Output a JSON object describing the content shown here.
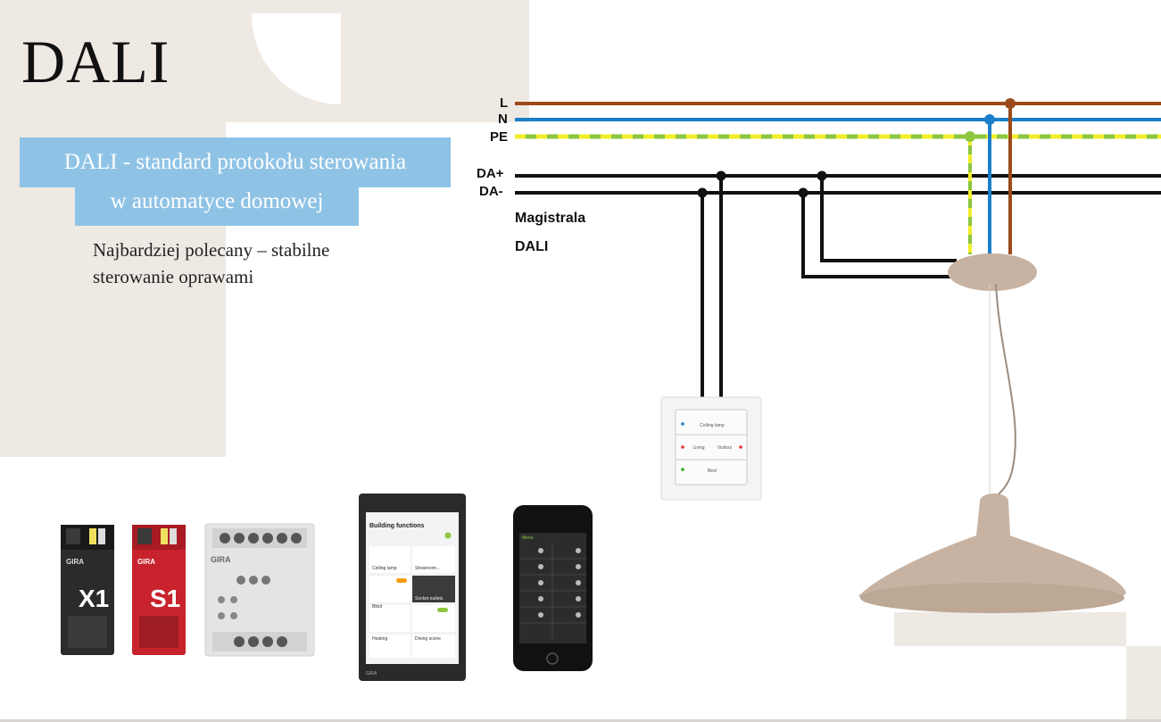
{
  "title": "DALI",
  "banner": {
    "line1": "DALI - standard protokołu sterowania",
    "line2": "w automatyce domowej"
  },
  "subtitle": {
    "line1": "Najbardziej polecany – stabilne",
    "line2": "sterowanie oprawami"
  },
  "wires": {
    "l": "L",
    "n": "N",
    "pe": "PE",
    "da_plus": "DA+",
    "da_minus": "DA-"
  },
  "bus_label": {
    "line1": "Magistrala",
    "line2": "DALI"
  },
  "colors": {
    "L": "#9c4a1a",
    "N": "#1a7fc9",
    "PE_green": "#8cc63f",
    "PE_yellow": "#f2ee2a",
    "DA": "#111111",
    "banner": "#8fc3e6",
    "background_block": "#efe9e3",
    "lamp": "#c8b3a3"
  },
  "devices": {
    "switch_panel": {
      "rows": [
        "Ceiling lamp",
        "Living",
        "Bind"
      ],
      "row_right": [
        "",
        "Visitors",
        ""
      ]
    },
    "module_x1": {
      "brand": "GIRA",
      "label": "X1"
    },
    "module_s1": {
      "brand": "GIRA",
      "label": "S1"
    },
    "module_actuator": {
      "brand": "GIRA"
    },
    "tablet": {
      "header": "Building functions",
      "tiles": [
        "Ceiling lamp",
        "Showroom...",
        "Blind",
        "Socket outlets",
        "Heating",
        "Dining scene"
      ],
      "footer": "GIRA"
    },
    "phone": {
      "header": "Menu"
    }
  }
}
